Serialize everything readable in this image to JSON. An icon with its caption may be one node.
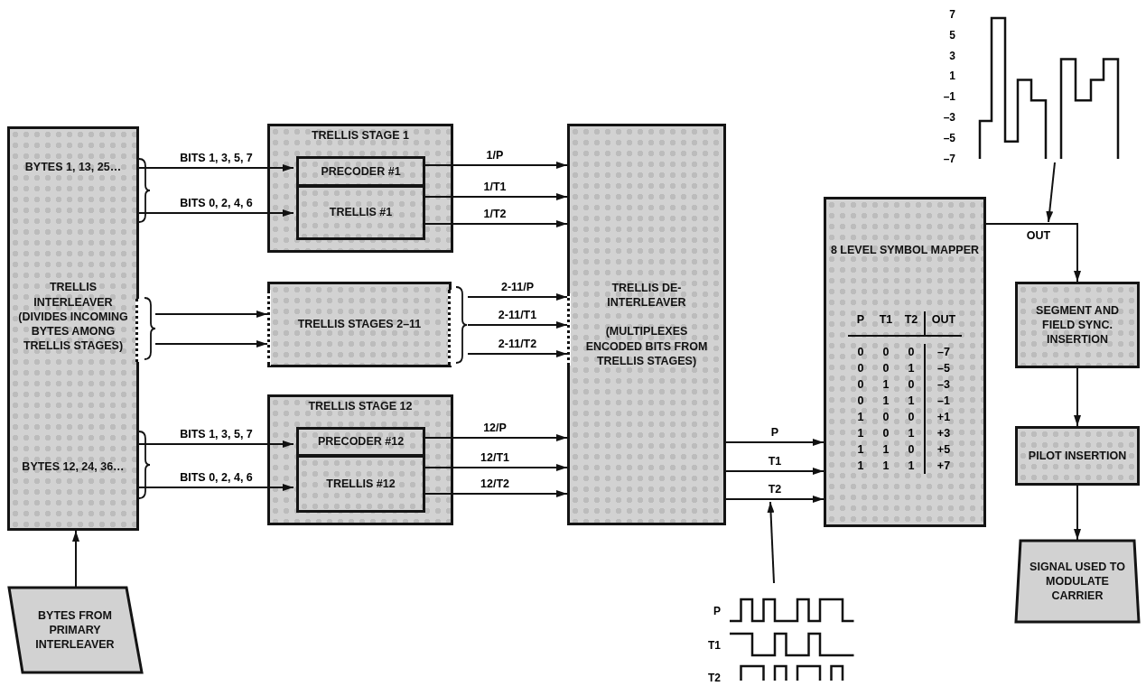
{
  "diagram": {
    "nodes": [
      {
        "text": [
          "BYTES 1, 13, 25…",
          "TRELLIS INTERLEAVER (DIVIDES INCOMING BYTES AMONG TRELLIS STAGES)",
          "BYTES 12, 24, 36…"
        ]
      },
      {
        "text": [
          "TRELLIS STAGE 1"
        ]
      },
      {
        "text": [
          "PRECODER #1"
        ],
        "in": 1
      },
      {
        "text": [
          "TRELLIS #1"
        ],
        "in": 1
      },
      {
        "text": [
          "TRELLIS STAGES 2–11"
        ]
      },
      {
        "text": [
          "TRELLIS STAGE 12"
        ]
      },
      {
        "text": [
          "PRECODER #12"
        ],
        "in": 5
      },
      {
        "text": [
          "TRELLIS #12"
        ],
        "in": 5
      },
      {
        "text": [
          "TRELLIS DE-INTERLEAVER",
          "(MULTIPLEXES ENCODED BITS FROM TRELLIS STAGES)"
        ]
      },
      {
        "text": [
          "8 LEVEL SYMBOL MAPPER"
        ]
      },
      {
        "text": [
          "SEGMENT AND FIELD SYNC. INSERTION"
        ]
      },
      {
        "text": [
          "PILOT INSERTION"
        ]
      },
      {
        "text": [
          "SIGNAL USED TO MODULATE CARRIER"
        ]
      },
      {
        "text": [
          "BYTES FROM PRIMARY INTERLEAVER"
        ]
      },
      {
        "text": [],
        "shape": "picture"
      },
      {
        "text": [],
        "shape": "picture"
      }
    ],
    "edges": [
      {
        "from": 0,
        "to": 2,
        "arrow": "to",
        "label": "BITS 1, 3, 5, 7"
      },
      {
        "from": 0,
        "to": 3,
        "arrow": "to",
        "label": "BITS 0, 2, 4, 6"
      },
      {
        "from": 0,
        "to": 4,
        "arrow": "to"
      },
      {
        "from": 0,
        "to": 4,
        "arrow": "to"
      },
      {
        "from": 0,
        "to": 6,
        "arrow": "to",
        "label": "BITS 1, 3, 5, 7"
      },
      {
        "from": 0,
        "to": 7,
        "arrow": "to",
        "label": "BITS 0, 2, 4, 6"
      },
      {
        "from": 2,
        "to": 8,
        "arrow": "to",
        "label": "1/P"
      },
      {
        "from": 3,
        "to": 8,
        "arrow": "to",
        "label": "1/T1"
      },
      {
        "from": 3,
        "to": 8,
        "arrow": "to",
        "label": "1/T2"
      },
      {
        "from": 4,
        "to": 8,
        "arrow": "to",
        "label": "2-11/P"
      },
      {
        "from": 4,
        "to": 8,
        "arrow": "to",
        "label": "2-11/T1"
      },
      {
        "from": 4,
        "to": 8,
        "arrow": "to",
        "label": "2-11/T2"
      },
      {
        "from": 6,
        "to": 8,
        "arrow": "to",
        "label": "12/P"
      },
      {
        "from": 7,
        "to": 8,
        "arrow": "to",
        "label": "12/T1"
      },
      {
        "from": 7,
        "to": 8,
        "arrow": "to",
        "label": "12/T2"
      },
      {
        "from": 8,
        "to": 9,
        "arrow": "to",
        "label": "P"
      },
      {
        "from": 8,
        "to": 9,
        "arrow": "to",
        "label": "T1"
      },
      {
        "from": 8,
        "to": 9,
        "arrow": "to",
        "label": "T2"
      },
      {
        "from": 9,
        "to": 10,
        "arrow": "to",
        "label": "OUT"
      },
      {
        "from": 10,
        "to": 11,
        "arrow": "to"
      },
      {
        "from": 11,
        "to": 12,
        "arrow": "to"
      },
      {
        "from": 13,
        "to": 0,
        "arrow": "to"
      },
      {
        "from": 14,
        "to": null,
        "arrow": "to"
      },
      {
        "from": 15,
        "to": null,
        "arrow": "to"
      }
    ],
    "labels": [
      "7",
      "5",
      "3",
      "1",
      "–1",
      "–3",
      "–5",
      "–7",
      "P",
      "T1",
      "T2",
      "OUT",
      "0",
      "0",
      "0",
      "–7",
      "0",
      "0",
      "1",
      "–5",
      "0",
      "1",
      "0",
      "–3",
      "0",
      "1",
      "1",
      "–1",
      "1",
      "0",
      "0",
      "+1",
      "1",
      "0",
      "1",
      "+3",
      "1",
      "1",
      "0",
      "+5",
      "1",
      "1",
      "1",
      "+7",
      "P",
      "T1",
      "T2"
    ]
  }
}
